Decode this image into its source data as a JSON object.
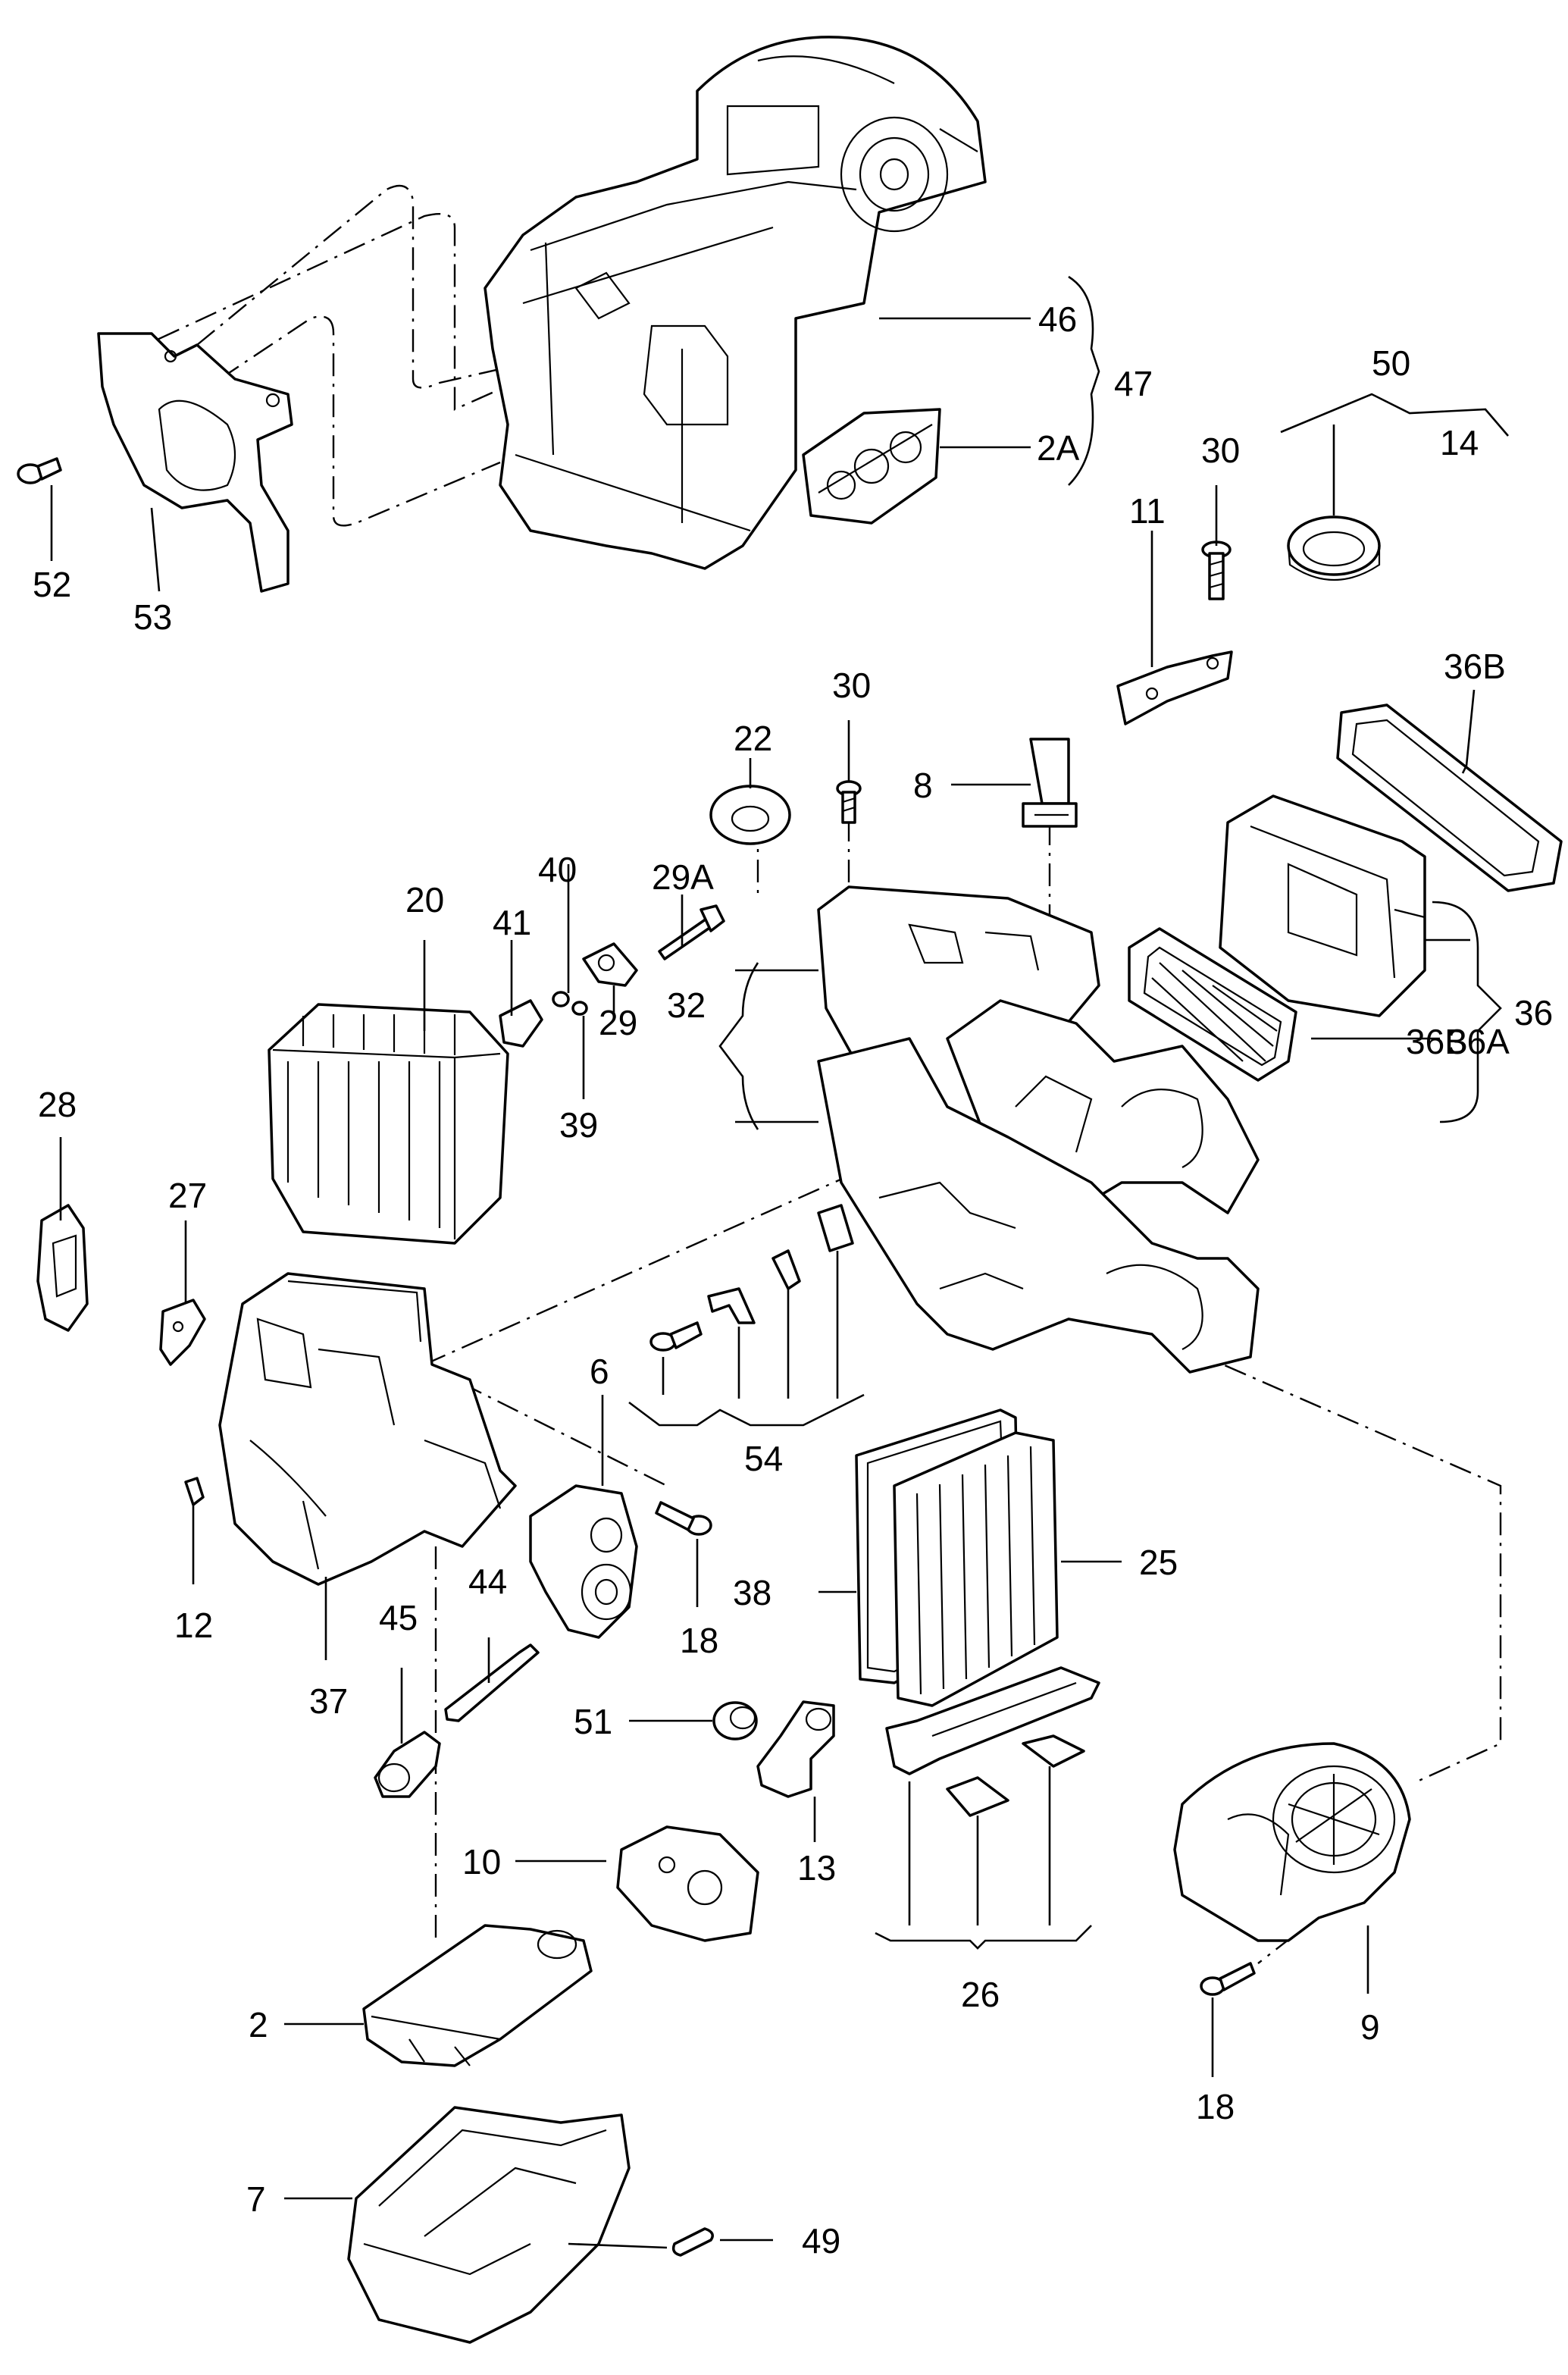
{
  "callouts": {
    "n46": "46",
    "n47": "47",
    "n2A": "2A",
    "n50": "50",
    "n14": "14",
    "n52": "52",
    "n53": "53",
    "n30a": "30",
    "n11": "11",
    "n30b": "30",
    "n22": "22",
    "n8": "8",
    "n36B_top": "36B",
    "n40": "40",
    "n29A": "29A",
    "n20": "20",
    "n41": "41",
    "n32": "32",
    "n29": "29",
    "n39": "39",
    "n36B_mid": "36B",
    "n36": "36",
    "n36A": "36A",
    "n28": "28",
    "n27": "27",
    "n6": "6",
    "n54": "54",
    "n12": "12",
    "n18a": "18",
    "n44": "44",
    "n45": "45",
    "n37": "37",
    "n38": "38",
    "n25": "25",
    "n51": "51",
    "n13": "13",
    "n10": "10",
    "n26": "26",
    "n9": "9",
    "n18b": "18",
    "n2": "2",
    "n7": "7",
    "n49": "49"
  }
}
